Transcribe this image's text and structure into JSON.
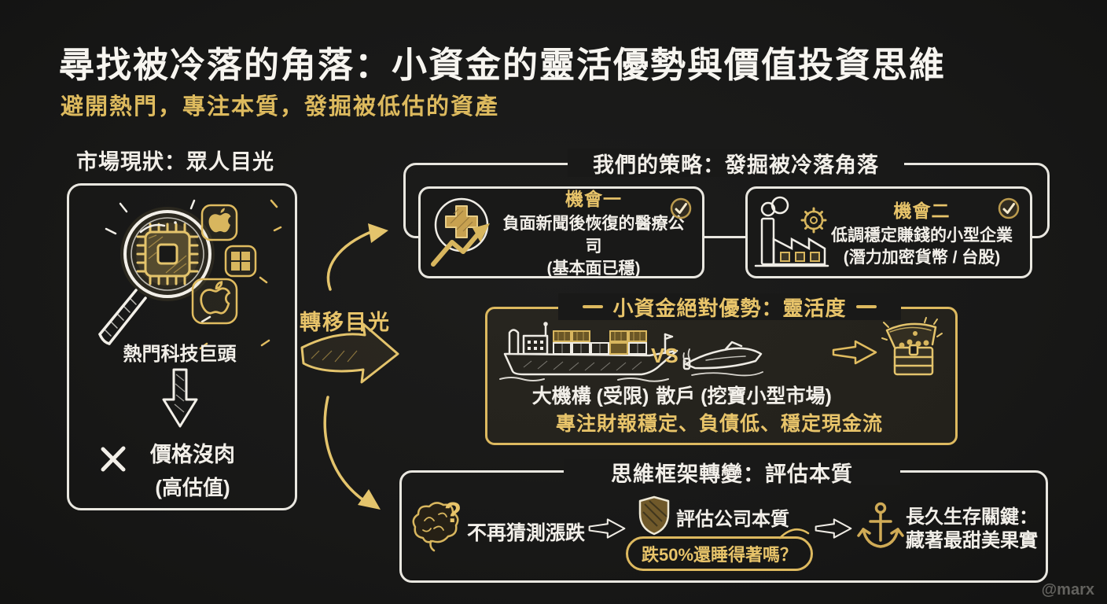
{
  "page": {
    "title": "尋找被冷落的角落：小資金的靈活優勢與價值投資思維",
    "subtitle": "避開熱門，專注本質，發掘被低估的資產",
    "watermark": "@marx"
  },
  "colors": {
    "background": "#191918",
    "gold_accent": "#e8c46a",
    "gold_border": "#ddb95f",
    "white_text": "#f2efe9",
    "white_border": "#e9e7e0"
  },
  "icons": {
    "question_glyph": "?",
    "check_glyph": "✓",
    "cross_glyph": "✕"
  },
  "market": {
    "header": "市場現狀：眾人目光",
    "hot_label": "熱門科技巨頭",
    "result_line1": "價格沒肉",
    "result_line2": "(高估值)"
  },
  "shift": {
    "label": "轉移目光"
  },
  "strategy": {
    "header": "我們的策略：發掘被冷落角落",
    "cards": [
      {
        "title": "機會一",
        "line1": "負面新聞後恢復的醫療公司",
        "line2": "(基本面已穩)"
      },
      {
        "title": "機會二",
        "line1": "低調穩定賺錢的小型企業",
        "line2": "(潛力加密貨幣 / 台股)"
      }
    ]
  },
  "advantage": {
    "header": "小資金絕對優勢：靈活度",
    "vs": "VS",
    "big_label": "大機構 (受限)",
    "small_label": "散戶 (挖寶小型市場)",
    "footer": "專注財報穩定、負債低、穩定現金流"
  },
  "mindset": {
    "header": "思維框架轉變：評估本質",
    "step1": "不再猜測漲跌",
    "step2": "評估公司本質",
    "question": "跌50%還睡得著嗎？",
    "step3_line1": "長久生存關鍵：",
    "step3_line2": "藏著最甜美果實"
  }
}
